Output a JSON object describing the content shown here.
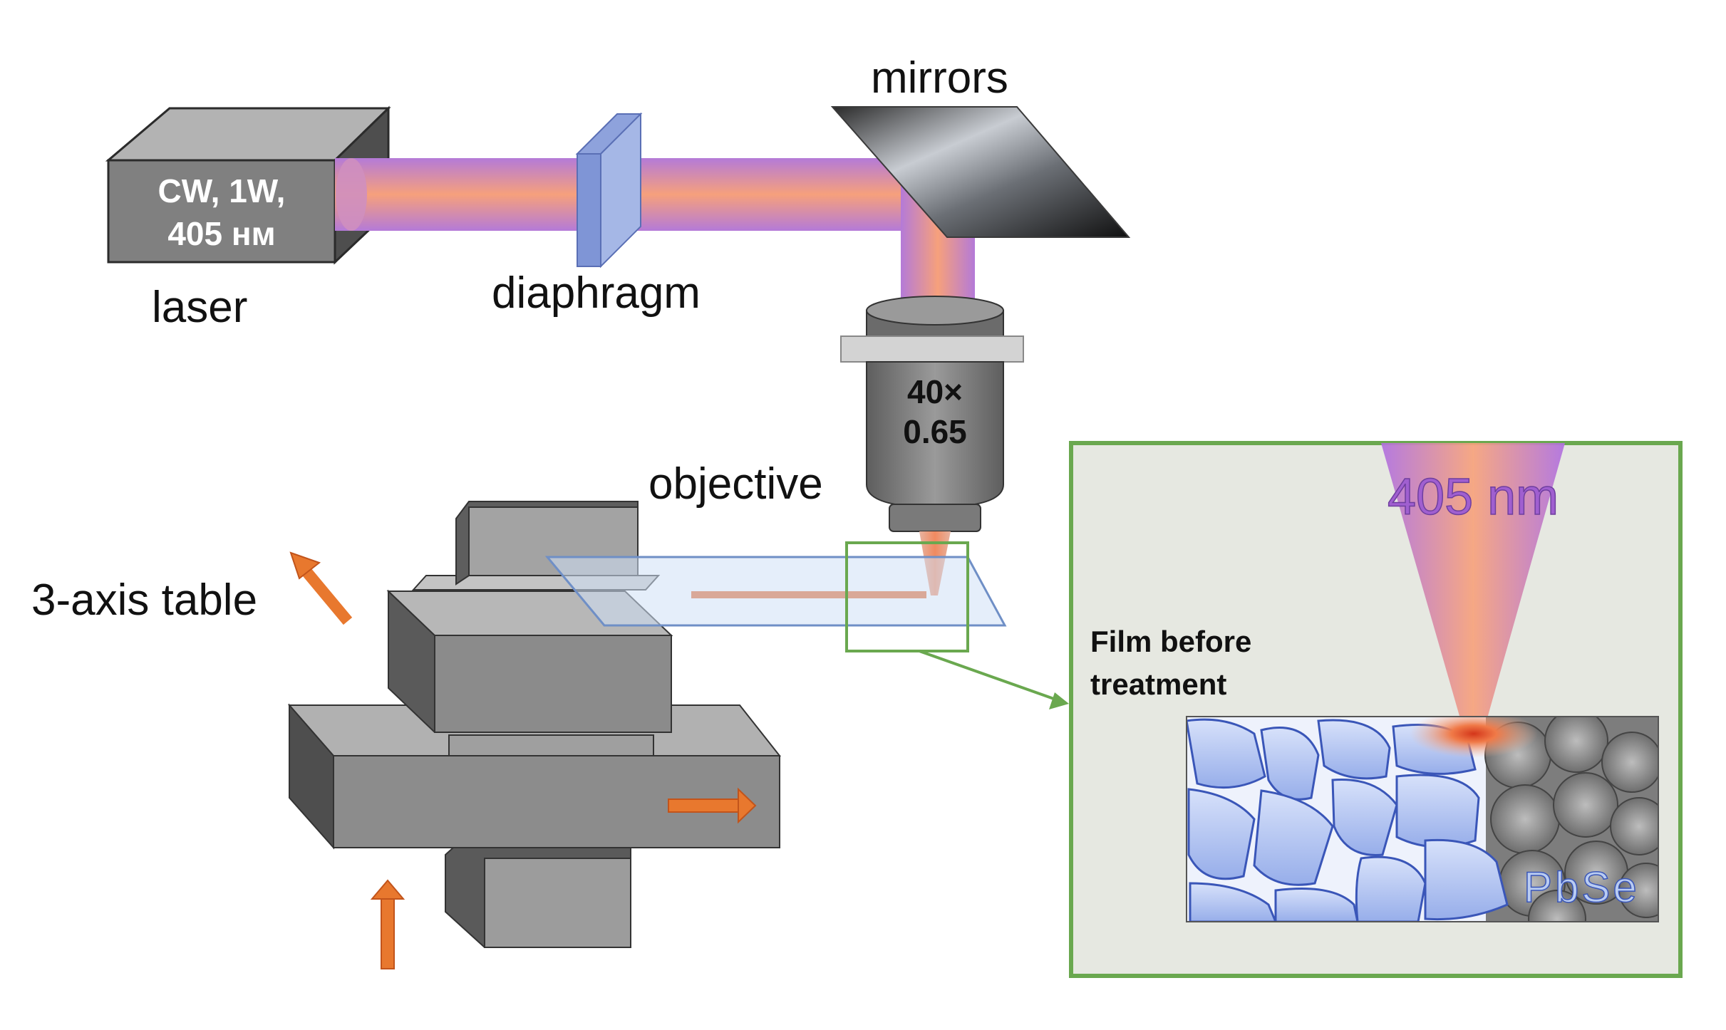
{
  "labels": {
    "laser_box_line1": "CW, 1W,",
    "laser_box_line2": "405 нм",
    "laser": "laser",
    "diaphragm": "diaphragm",
    "mirrors": "mirrors",
    "objective_line1": "40×",
    "objective_line2": "0.65",
    "objective": "objective",
    "table": "3-axis table",
    "wavelength": "405 nm",
    "film_line1": "Film before",
    "film_line2": "treatment",
    "material": "PbSe"
  },
  "colors": {
    "beam_edge": "#b77bd9",
    "beam_core": "#f7a07a",
    "inset_border": "#6aa84f",
    "arrow": "#e8782e",
    "box_gray": "#7f7f7f",
    "grain_blue": "#b8c8f4"
  }
}
